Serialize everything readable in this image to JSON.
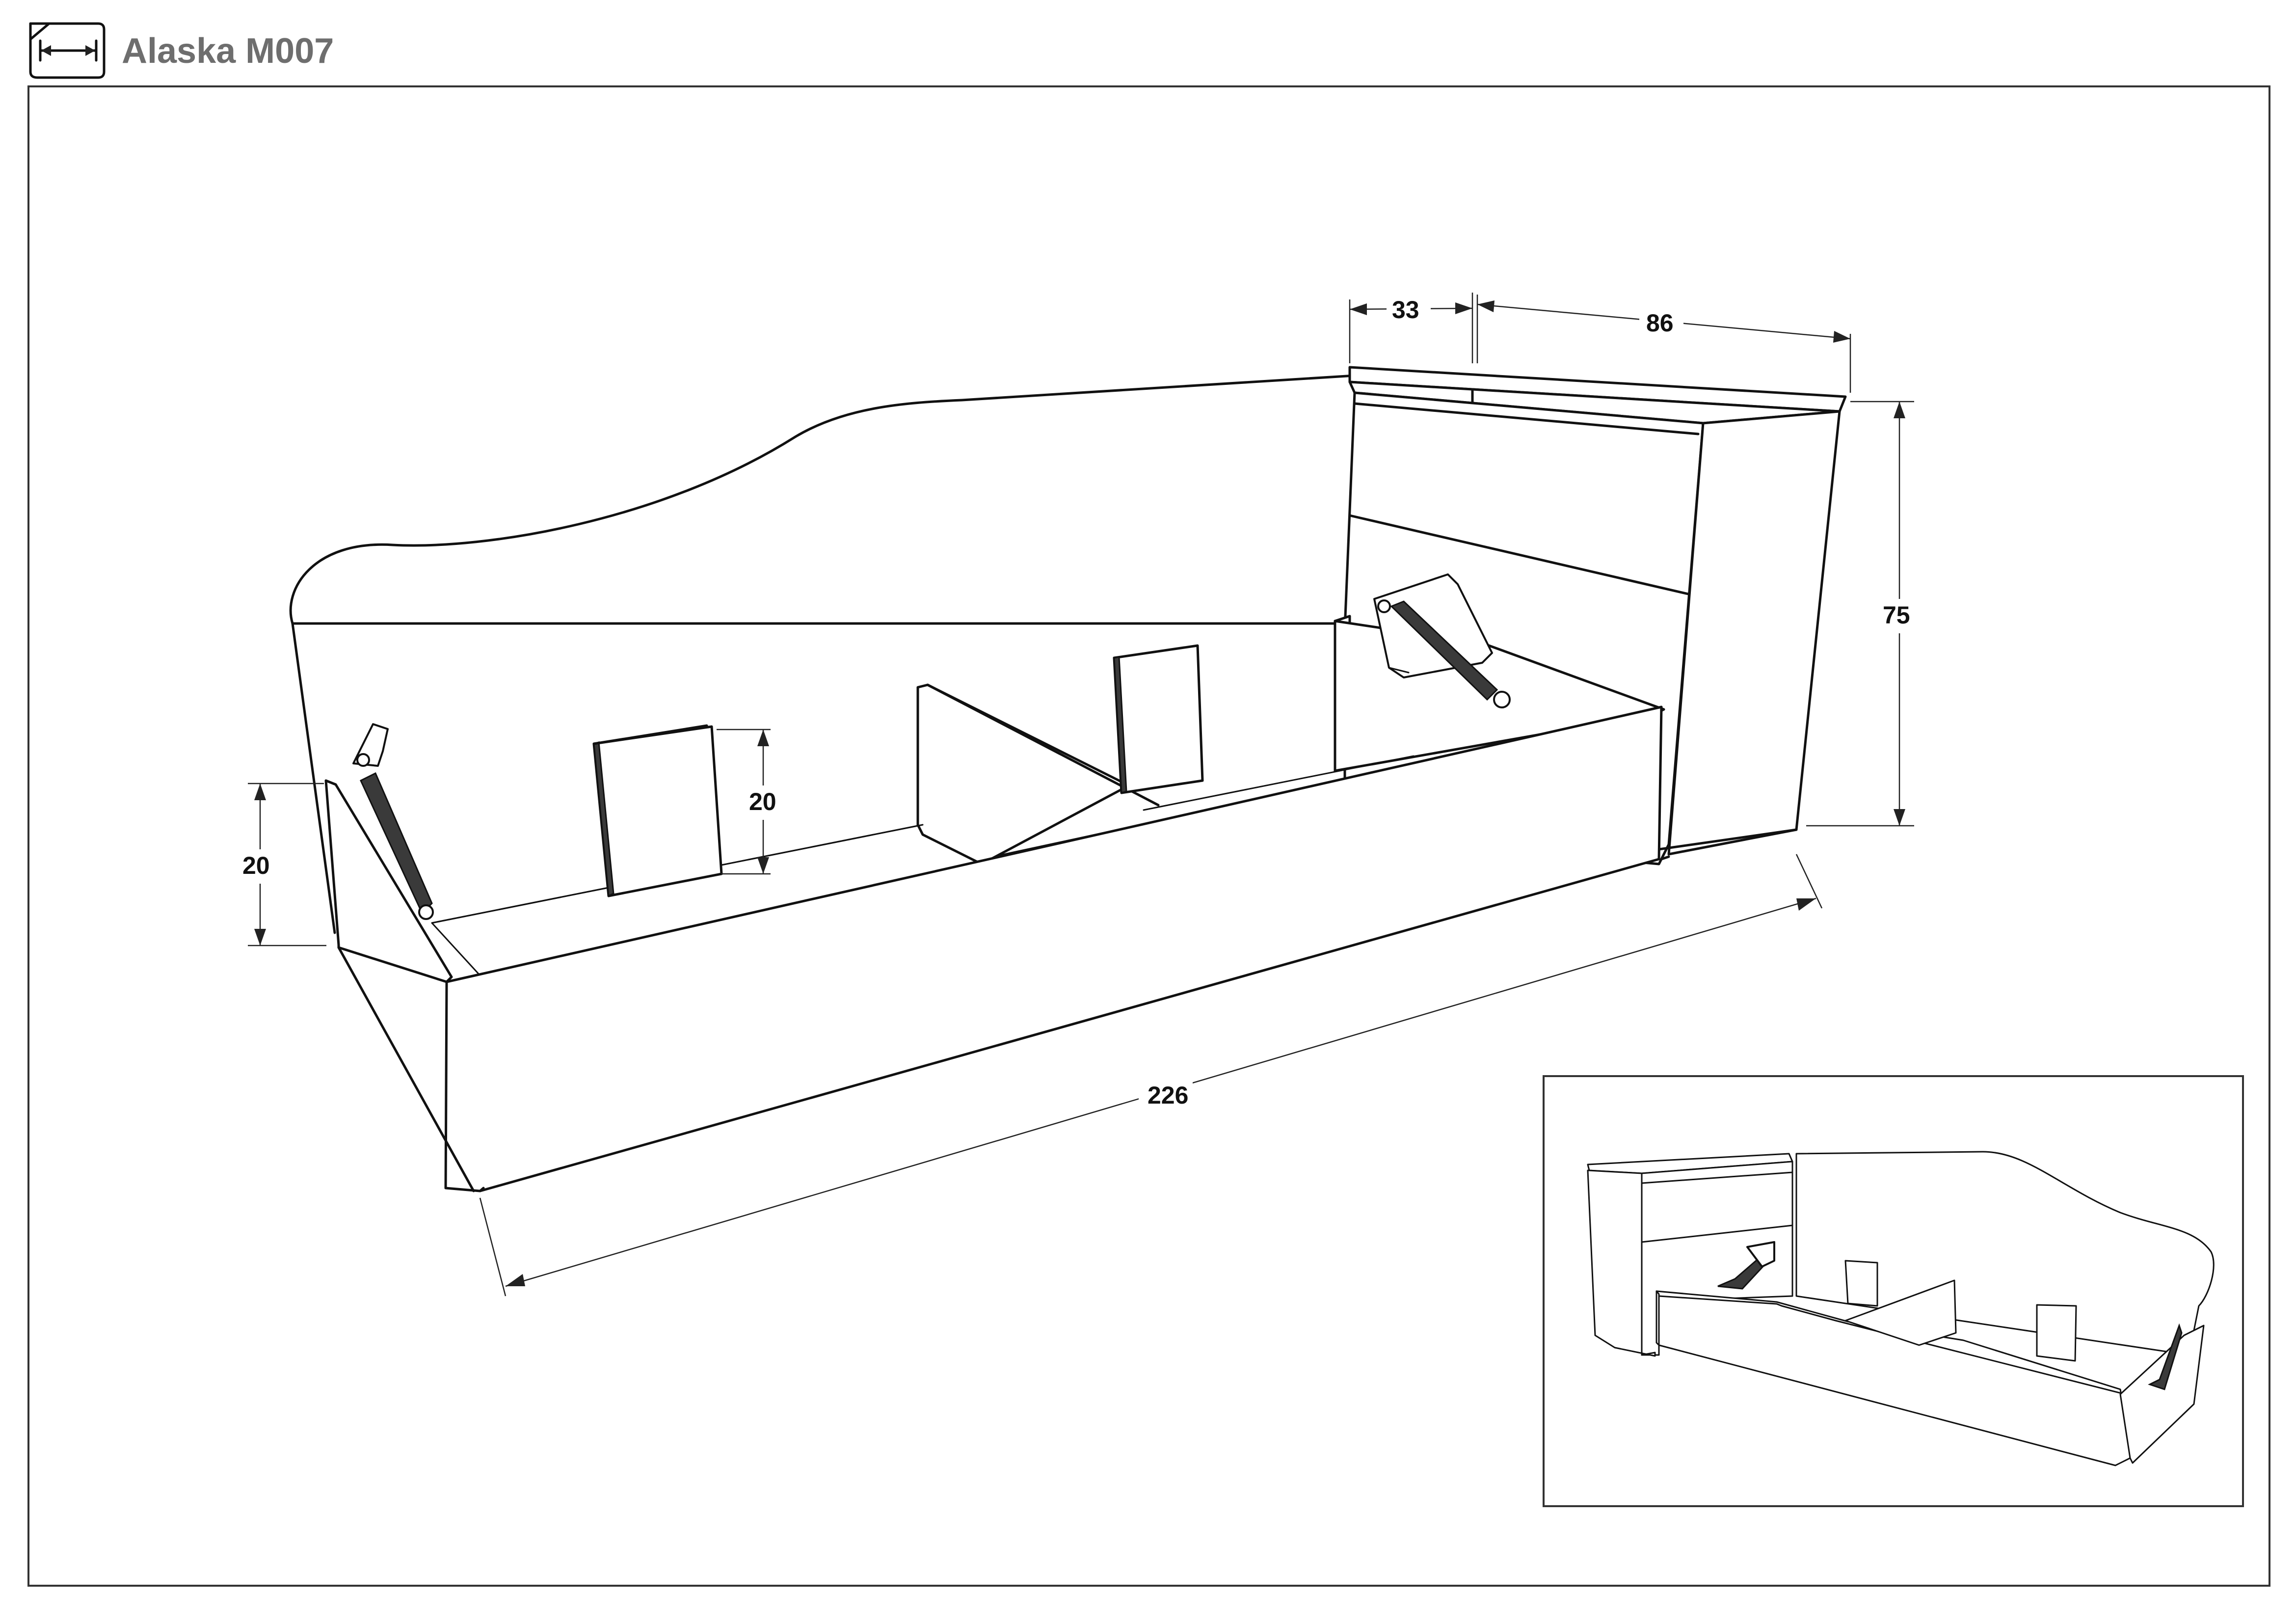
{
  "header": {
    "title": "Alaska M007",
    "icon": "dimensions-icon"
  },
  "dimensions": {
    "total_length": "226",
    "total_width": "86",
    "headboard_depth": "33",
    "height": "75",
    "side_board_height": "20",
    "divider_height": "20"
  },
  "colors": {
    "line": "#111111",
    "title": "#6e6e6e",
    "background": "#ffffff"
  }
}
